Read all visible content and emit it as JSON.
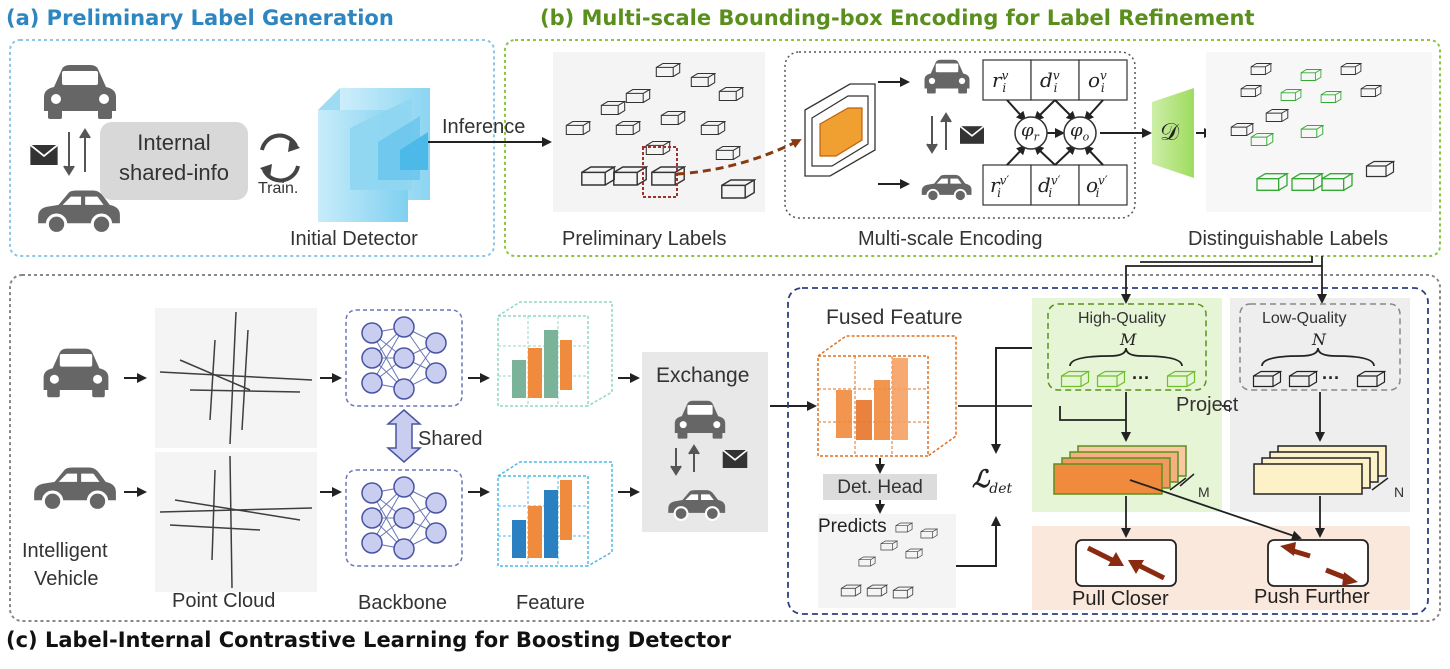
{
  "sections": {
    "a_title": "(a) Preliminary Label Generation",
    "b_title": "(b) Multi-scale Bounding-box Encoding for Label Refinement",
    "c_title": "(c) Label-Internal Contrastive Learning for Boosting Detector"
  },
  "panel_a": {
    "shared_info_line1": "Internal",
    "shared_info_line2": "shared-info",
    "train_label": "Train.",
    "detector_label": "Initial Detector"
  },
  "panel_b": {
    "inference_label": "Inference",
    "preliminary_labels": "Preliminary Labels",
    "encoding_label": "Multi-scale Encoding",
    "distinguishable_labels": "Distinguishable Labels",
    "cell_r": "r",
    "cell_d": "d",
    "cell_o": "o",
    "sub_i": "i",
    "sup_v": "v",
    "sup_vp": "v′",
    "phi_r": "φ",
    "phi_r_sub": "r",
    "phi_o": "φ",
    "phi_o_sub": "o",
    "decoder": "𝒟"
  },
  "panel_c": {
    "intelligent_vehicle_line1": "Intelligent",
    "intelligent_vehicle_line2": "Vehicle",
    "point_cloud": "Point Cloud",
    "backbone": "Backbone",
    "shared": "Shared",
    "feature": "Feature",
    "exchange": "Exchange",
    "fused_feature": "Fused Feature",
    "det_head": "Det. Head",
    "predicts": "Predicts",
    "loss_main": "ℒ",
    "loss_sub": "det",
    "high_quality": "High-Quality",
    "high_quality_count": "M",
    "low_quality": "Low-Quality",
    "low_quality_count": "N",
    "project": "Project",
    "stack_m": "M",
    "stack_n": "N",
    "ellipsis": "···",
    "pull_closer": "Pull Closer",
    "push_further": "Push Further"
  },
  "colors": {
    "title_a": "#2e86c1",
    "title_b": "#5a8f1e",
    "border_a": "#8ec5e8",
    "border_b": "#8cc63f",
    "border_c": "#888888",
    "border_fused": "#2c3e80",
    "hq_bg": "#e6f5d5",
    "lq_bg": "#eeeeee",
    "contrast_bg": "#fbe8dc",
    "orange": "#f08a3c",
    "green_box": "#8ed14a",
    "pale_yellow": "#fdf1c8"
  }
}
